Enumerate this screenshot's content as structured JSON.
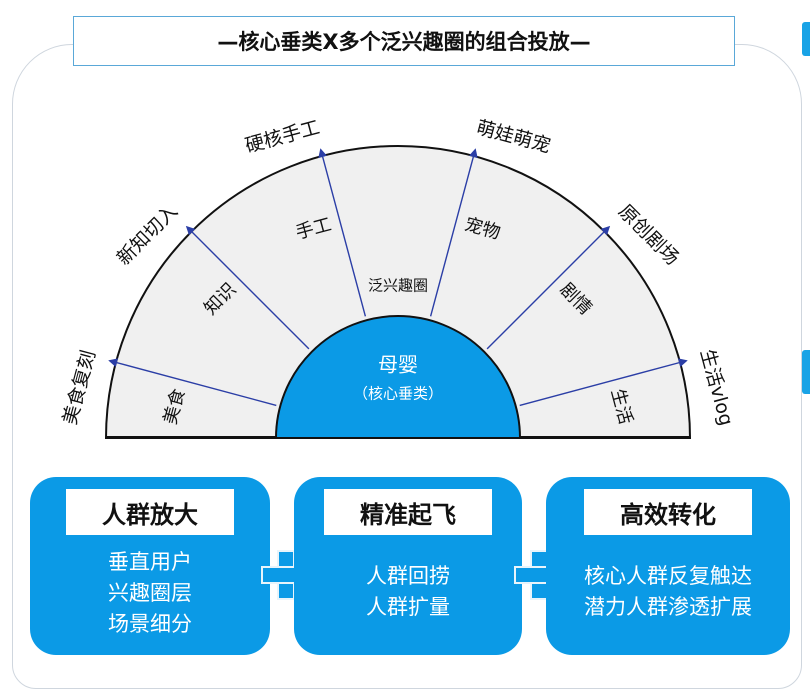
{
  "title": "—核心垂类X多个泛兴趣圈的组合投放—",
  "diagram": {
    "core": {
      "title": "母婴",
      "subtitle": "（核心垂类）"
    },
    "middle_ring_label": "泛兴趣圈",
    "segments": [
      {
        "inner": "美食",
        "outer": "美食复刻"
      },
      {
        "inner": "知识",
        "outer": "新知切入"
      },
      {
        "inner": "手工",
        "outer": "硬核手工"
      },
      {
        "inner": "宠物",
        "outer": "萌娃萌宠"
      },
      {
        "inner": "剧情",
        "outer": "原创剧场"
      },
      {
        "inner": "生活",
        "outer": "生活vlog"
      }
    ]
  },
  "panels": [
    {
      "title": "人群放大",
      "lines": [
        "垂直用户",
        "兴趣圈层",
        "场景细分"
      ]
    },
    {
      "title": "精准起飞",
      "lines": [
        "人群回捞",
        "人群扩量"
      ]
    },
    {
      "title": "高效转化",
      "lines": [
        "核心人群反复触达",
        "潜力人群渗透扩展"
      ]
    }
  ],
  "colors": {
    "accent": "#0b9ae6",
    "core": "#0b9ae6",
    "arrow": "#2b3ea6",
    "fan_fill": "#f0f0f0"
  }
}
